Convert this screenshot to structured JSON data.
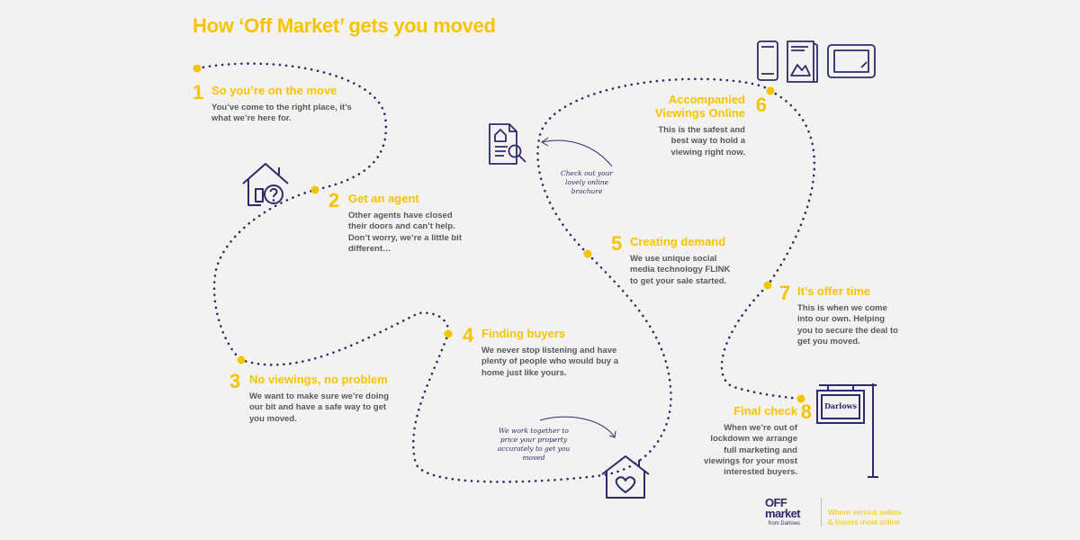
{
  "title": "How ‘Off Market’ gets you moved",
  "steps": [
    {
      "number": "1",
      "heading": "So you’re on the move",
      "description": "You’ve come to the right place, it’s what we’re here for."
    },
    {
      "number": "2",
      "heading": "Get an agent",
      "description": "Other agents have closed their doors and can’t help. Don’t worry, we’re a little bit different…"
    },
    {
      "number": "3",
      "heading": "No viewings, no problem",
      "description": "We want to make sure we’re doing our bit and have a safe way to get you moved."
    },
    {
      "number": "4",
      "heading": "Finding buyers",
      "description": "We never stop listening and have plenty of people who would buy a home just like yours."
    },
    {
      "number": "5",
      "heading": "Creating demand",
      "description": "We use unique social media technology FLINK to get your sale started."
    },
    {
      "number": "6",
      "heading": "Accompanied Viewings Online",
      "description": "This is the safest and best way to hold a viewing right now."
    },
    {
      "number": "7",
      "heading": "It’s offer time",
      "description": "This is when we come into our own.  Helping you to secure the deal to get you moved."
    },
    {
      "number": "8",
      "heading": "Final check",
      "description": "When we’re out of lockdown we arrange full marketing and viewings for your most interested buyers."
    }
  ],
  "notes": {
    "brochure": "Check out your lovely online brochure",
    "together": "We work together to price your property accurately to get you moved"
  },
  "sign_text": "Darlows",
  "footer": {
    "logo_line1": "OFF",
    "logo_line2": "market",
    "logo_from": "from Darlows",
    "tagline_line1": "Where serious sellers",
    "tagline_line2": "& buyers meet online"
  },
  "colors": {
    "accent": "#f5c400",
    "navy": "#2b2c6b",
    "text": "#58595b",
    "background": "#f4f2f1"
  },
  "icons": [
    "house-question-icon",
    "brochure-search-icon",
    "devices-icon",
    "house-heart-icon",
    "for-sale-sign-icon"
  ]
}
